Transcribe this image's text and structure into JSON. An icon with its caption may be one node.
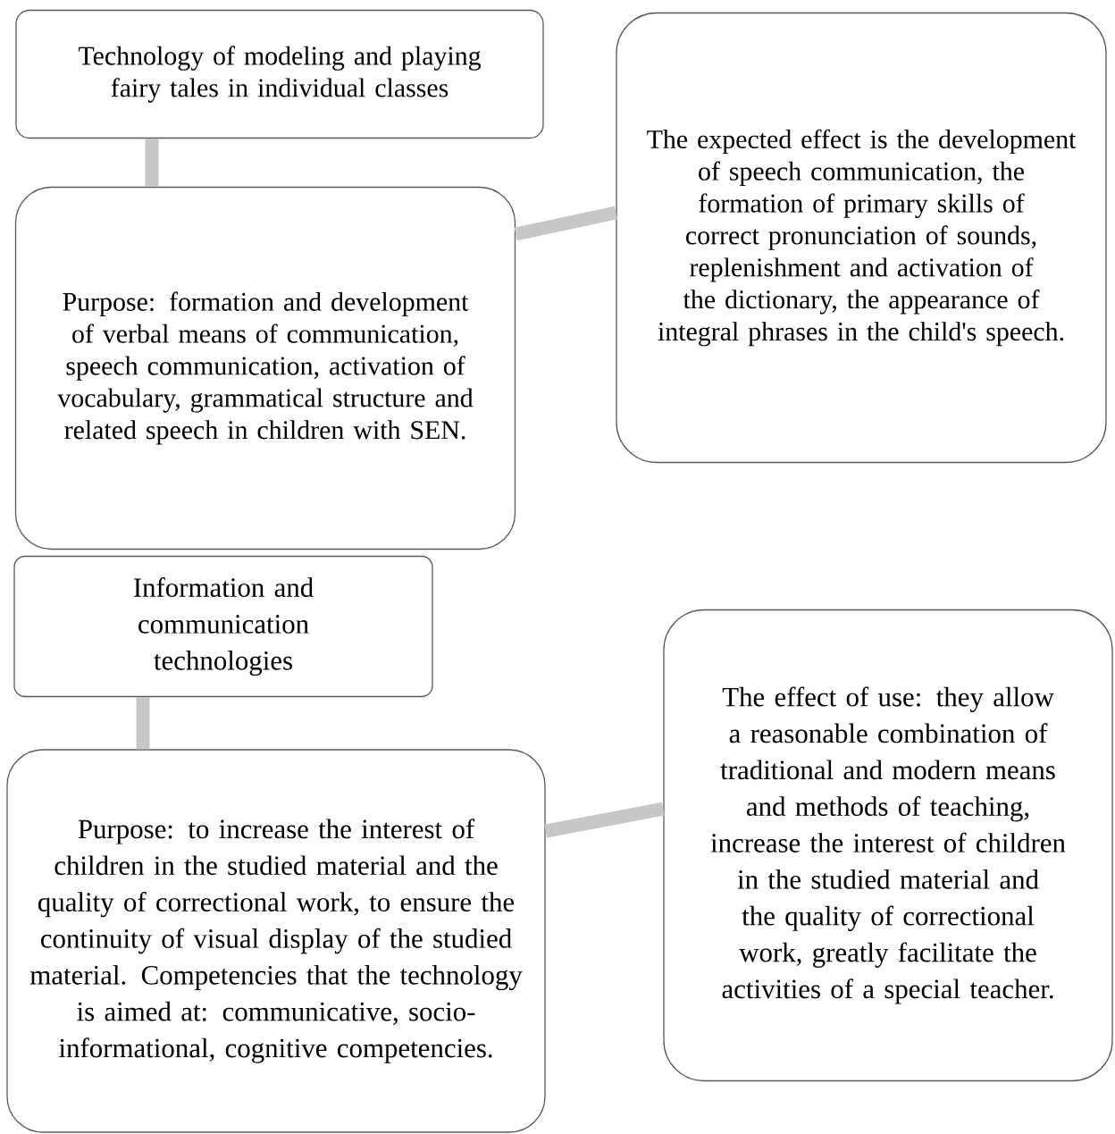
{
  "diagram": {
    "nodes": [
      {
        "text": [
          "Technology of modeling and playing fairy tales in individual classes"
        ]
      },
      {
        "text": [
          "Purpose: formation and development of verbal means of communication, speech communication, activation of vocabulary, grammatical structure and related speech in children with SEN."
        ]
      },
      {
        "text": [
          "The expected effect is the development of speech communication, the formation of primary skills of correct pronunciation of sounds, replenishment and activation of the dictionary, the appearance of integral phrases in the child's speech."
        ]
      },
      {
        "text": [
          "Information and communication technologies"
        ]
      },
      {
        "text": [
          "Purpose: to increase the interest of children in the studied material and the quality of correctional work, to ensure the continuity of visual display of the studied material. Competencies that the technology is aimed at: communicative, socio-informational, cognitive competencies."
        ]
      },
      {
        "text": [
          "The effect of use: they allow a reasonable combination of traditional and modern means and methods of teaching, increase the interest of children in the studied material and the quality of correctional work, greatly facilitate the activities of a special teacher."
        ]
      }
    ],
    "edges": [
      {
        "from": 0,
        "to": 1,
        "arrow": "none"
      },
      {
        "from": 1,
        "to": 2,
        "arrow": "none"
      },
      {
        "from": 3,
        "to": 4,
        "arrow": "none"
      },
      {
        "from": 4,
        "to": 5,
        "arrow": "none"
      }
    ]
  }
}
